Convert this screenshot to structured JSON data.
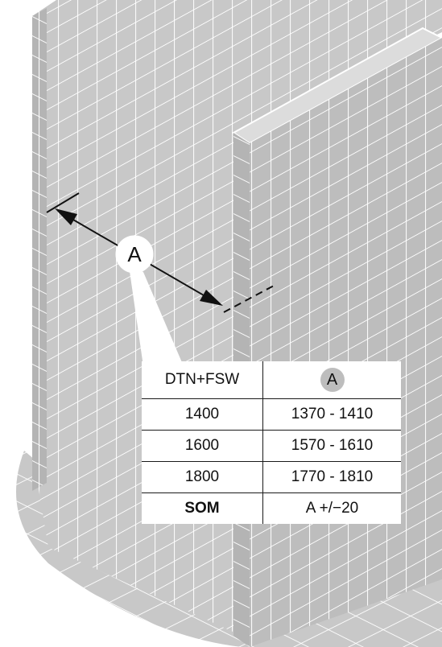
{
  "dimension_label": "A",
  "table": {
    "header": [
      "DTN+FSW",
      "A"
    ],
    "rows": [
      [
        "1400",
        "1370 - 1410"
      ],
      [
        "1600",
        "1570 - 1610"
      ],
      [
        "1800",
        "1770 - 1810"
      ],
      [
        "SOM",
        "A +/−20"
      ]
    ]
  },
  "colors": {
    "tile": "#c8c8c8",
    "tile_dark": "#b4b4b4",
    "grout": "#ffffff",
    "line": "#111111"
  }
}
